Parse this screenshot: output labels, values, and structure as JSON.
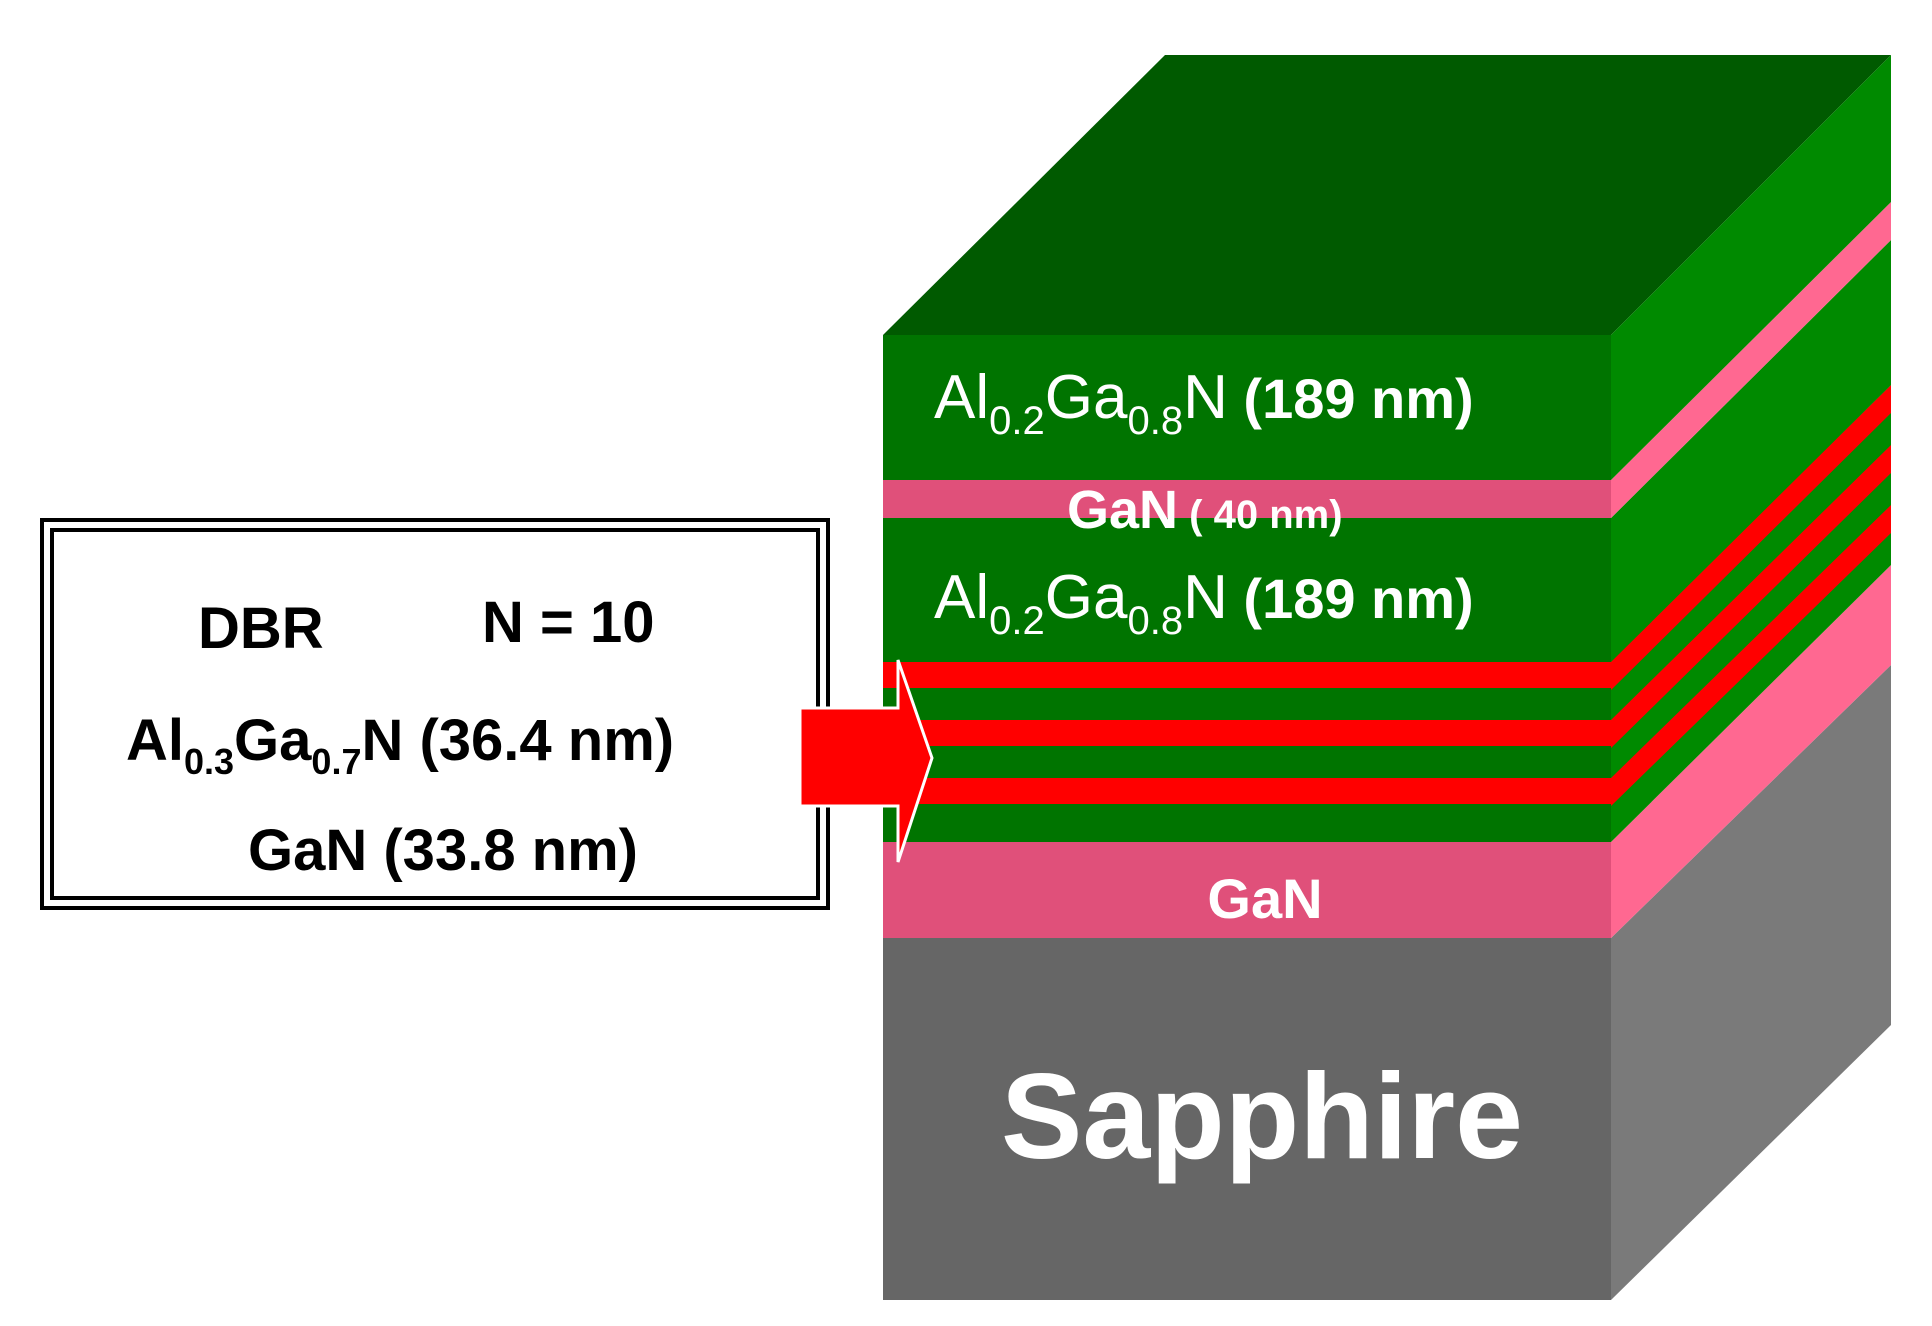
{
  "colors": {
    "algan_front": "#007400",
    "algan_top": "#005a00",
    "algan_side": "#008a00",
    "gan_front": "#e0507a",
    "gan_side": "#ff6891",
    "dbr_red": "#ff0000",
    "sapphire_front": "#666666",
    "sapphire_side": "#7a7a7a",
    "arrow": "#ff0000"
  },
  "layers": {
    "top_algan": {
      "el": "Al",
      "el_sub": "0.2",
      "el2": "Ga",
      "el2_sub": "0.8",
      "el3": "N",
      "thickness": " (189 nm)"
    },
    "spacer_gan": {
      "name": "GaN",
      "thickness": " ( 40 nm)"
    },
    "mid_algan": {
      "el": "Al",
      "el_sub": "0.2",
      "el2": "Ga",
      "el2_sub": "0.8",
      "el3": "N",
      "thickness": " (189 nm)"
    },
    "buffer_gan": {
      "name": "GaN"
    },
    "substrate": {
      "name": "Sapphire"
    }
  },
  "dbr_box": {
    "title": "DBR",
    "periods": "N = 10",
    "layer1": {
      "el": "Al",
      "el_sub": "0.3",
      "el2": "Ga",
      "el2_sub": "0.7",
      "el3": "N",
      "thickness": " (36.4 nm)"
    },
    "layer2": "GaN (33.8 nm)"
  }
}
